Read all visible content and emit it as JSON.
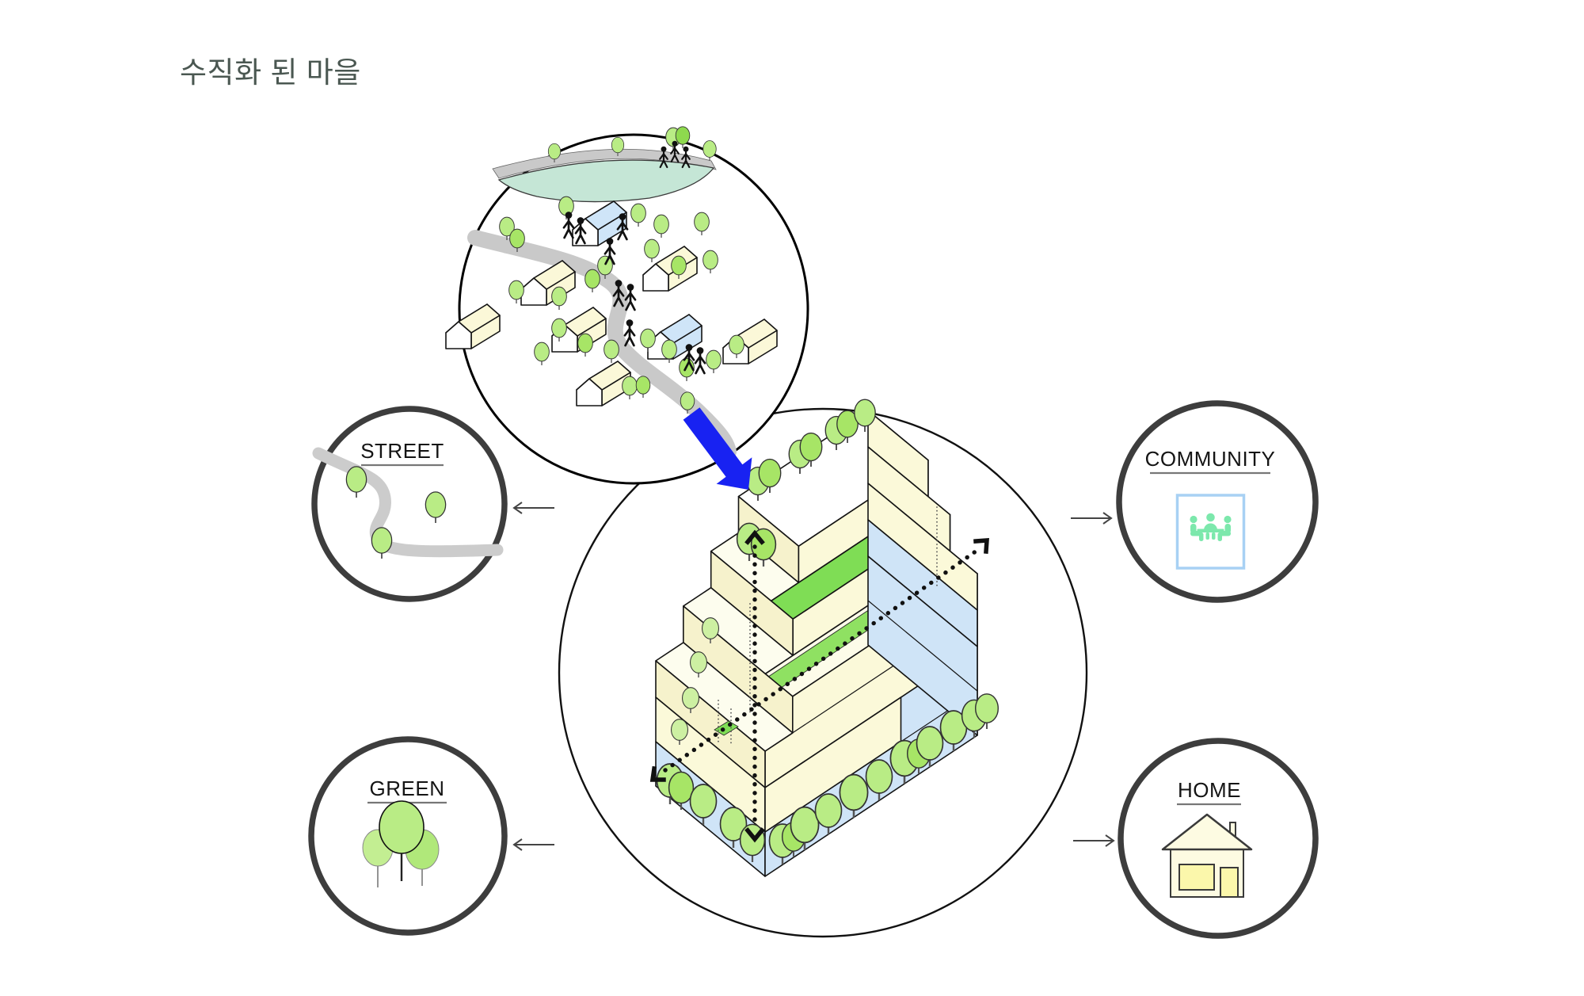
{
  "title": "수직화 된 마을",
  "satellites": {
    "street": {
      "label": "STREET"
    },
    "green": {
      "label": "GREEN"
    },
    "community": {
      "label": "COMMUNITY"
    },
    "home": {
      "label": "HOME"
    }
  },
  "icons": {
    "community": "people-meeting-at-table-icon",
    "home": "house-with-window-and-door-icon",
    "transform": "big-blue-arrow-down-right",
    "axes": "dotted-circulation-axes-with-chevron-arrows"
  },
  "colors": {
    "title_text": "#4a5751",
    "label_text": "#141414",
    "underline_gray": "#777777",
    "satellite_circle_border": "#3d3d3d",
    "main_circle_border": "#111111",
    "tree_green": "#b9ec85",
    "tree_green_dark": "#a7e566",
    "tree_green_pale": "#cdf0a2",
    "terrace_green": "#7fdd55",
    "terrace_green_light": "#8fe162",
    "building_cream": "#fbf9d9",
    "building_cream_light": "#fdfdee",
    "building_white_roof": "#ffffff",
    "building_blue": "#cfe4f7",
    "village_house_cream": "#fbf8d8",
    "village_house_blue": "#cfe5f8",
    "pond_teal": "#c5e6d6",
    "road_gray": "#c9c9c9",
    "arrow_blue": "#1822f2",
    "arrow_gray": "#444444",
    "dots_black": "#111111"
  }
}
